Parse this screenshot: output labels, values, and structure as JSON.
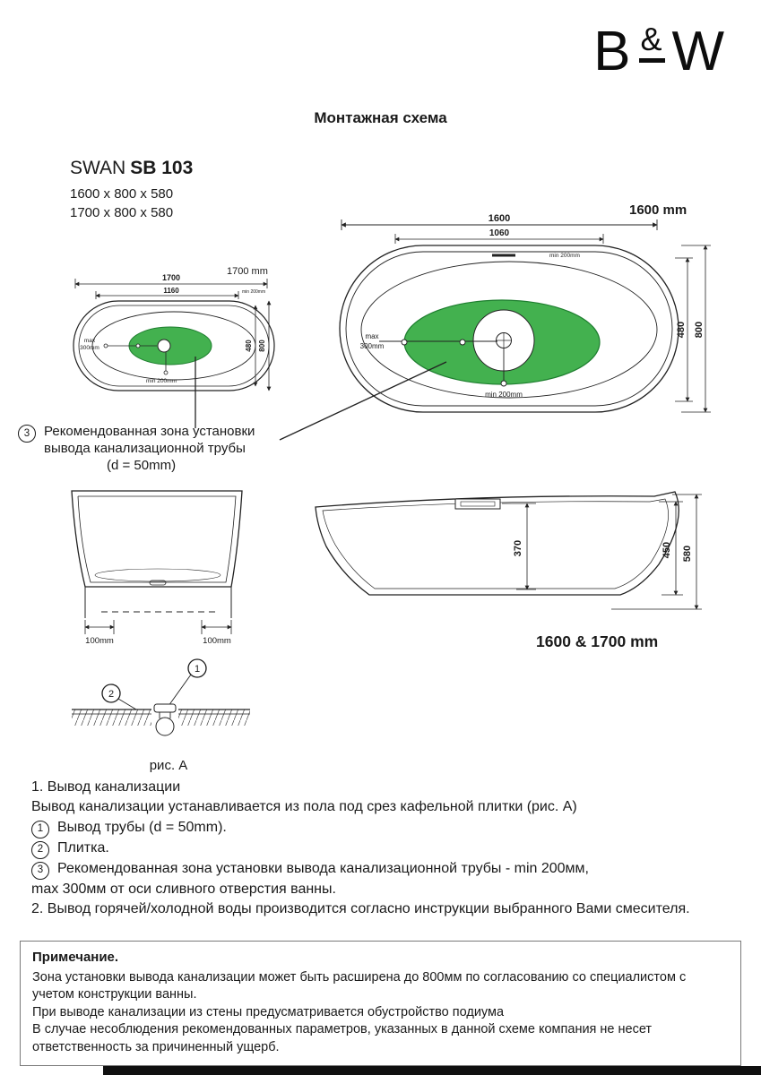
{
  "logo": {
    "b": "B",
    "amp": "&",
    "w": "W"
  },
  "title": "Монтажная схема",
  "product": {
    "brand": "SWAN",
    "model": "SB 103",
    "size1": "1600 x 800 x 580",
    "size2": "1700 x 800 x 580"
  },
  "top_small": {
    "label": "1700 mm",
    "dim_len": "1700",
    "dim_inner": "1160",
    "dim_note": "min 200mm",
    "max1": "max",
    "max2": "300mm",
    "min": "min 200mm",
    "w_inner": "480",
    "w_outer": "800"
  },
  "top_large": {
    "label": "1600 mm",
    "dim_len": "1600",
    "dim_inner": "1060",
    "dim_note": "min 200mm",
    "max1": "max",
    "max2": "300mm",
    "min": "min 200mm",
    "w_inner": "480",
    "w_outer": "800"
  },
  "callout3": {
    "num": "3",
    "l1": "Рекомендованная зона установки",
    "l2": "вывода канализационной трубы",
    "l3": "(d = 50mm)"
  },
  "front_view": {
    "left": "100mm",
    "right": "100mm"
  },
  "side_view": {
    "d370": "370",
    "d450": "450",
    "d580": "580",
    "label": "1600 & 1700 mm"
  },
  "detail": {
    "c1": "1",
    "c2": "2",
    "caption": "рис. А"
  },
  "notes": {
    "h1": "1. Вывод канализации",
    "p1": "Вывод канализации устанавливается из пола под срез кафельной плитки (рис. А)",
    "n1": "1",
    "i1": "Вывод трубы (d = 50mm).",
    "n2": "2",
    "i2": "Плитка.",
    "n3": "3",
    "i3a": "Рекомендованная зона установки вывода канализационной трубы - min 200мм,",
    "i3b": "max 300мм от оси сливного отверстия ванны.",
    "h2": "2. Вывод горячей/холодной воды производится согласно инструкции выбранного Вами смесителя."
  },
  "remark": {
    "title": "Примечание.",
    "l1": "Зона установки вывода канализации может быть расширена до 800мм по согласованию со специалистом с учетом конструкции ванны.",
    "l2": "При выводе канализации из стены предусматривается обустройство подиума",
    "l3": "В случае несоблюдения рекомендованных параметров, указанных в данной схеме компания не несет ответственность за причиненный ущерб."
  },
  "colors": {
    "green": "#43b14f",
    "green_stroke": "#1e7e2f",
    "line": "#222222"
  }
}
